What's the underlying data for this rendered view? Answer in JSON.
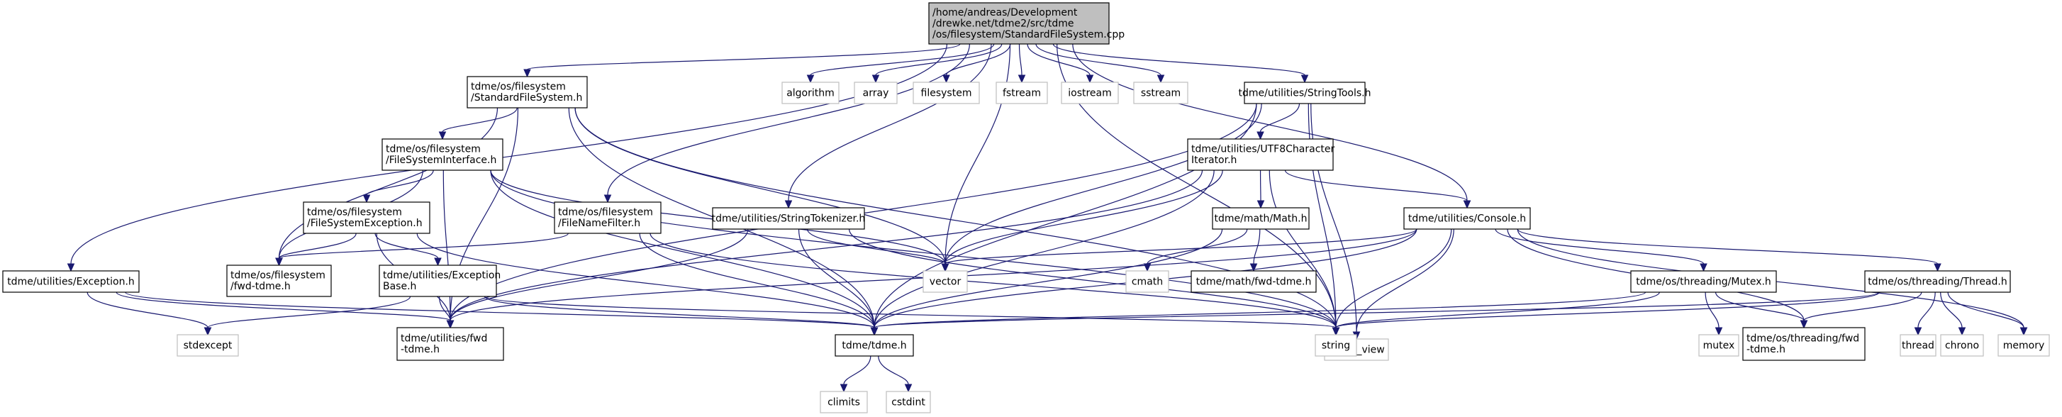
{
  "diagram": {
    "type": "include-dependency-graph",
    "colors": {
      "edge": "#191970",
      "root_fill": "#bfbfbf",
      "root_border": "#000000",
      "node_border": "#000000",
      "external_border": "#bfbfbf",
      "text": "#000000"
    },
    "nodes": [
      {
        "id": "root",
        "lines": [
          "/home/andreas/Development",
          "/drewke.net/tdme2/src/tdme",
          "/os/filesystem/StandardFileSystem.cpp"
        ],
        "kind": "root"
      },
      {
        "id": "stdfs",
        "lines": [
          "tdme/os/filesystem",
          "/StandardFileSystem.h"
        ],
        "kind": "internal"
      },
      {
        "id": "algorithm",
        "lines": [
          "algorithm"
        ],
        "kind": "external"
      },
      {
        "id": "array",
        "lines": [
          "array"
        ],
        "kind": "external"
      },
      {
        "id": "filesystem",
        "lines": [
          "filesystem"
        ],
        "kind": "external"
      },
      {
        "id": "fstream",
        "lines": [
          "fstream"
        ],
        "kind": "external"
      },
      {
        "id": "iostream",
        "lines": [
          "iostream"
        ],
        "kind": "external"
      },
      {
        "id": "sstream",
        "lines": [
          "sstream"
        ],
        "kind": "external"
      },
      {
        "id": "strtools",
        "lines": [
          "tdme/utilities/StringTools.h"
        ],
        "kind": "internal"
      },
      {
        "id": "fsiface",
        "lines": [
          "tdme/os/filesystem",
          "/FileSystemInterface.h"
        ],
        "kind": "internal"
      },
      {
        "id": "utf8",
        "lines": [
          "tdme/utilities/UTF8Character",
          "Iterator.h"
        ],
        "kind": "internal"
      },
      {
        "id": "fsexc",
        "lines": [
          "tdme/os/filesystem",
          "/FileSystemException.h"
        ],
        "kind": "internal"
      },
      {
        "id": "fnfilter",
        "lines": [
          "tdme/os/filesystem",
          "/FileNameFilter.h"
        ],
        "kind": "internal"
      },
      {
        "id": "strtok",
        "lines": [
          "tdme/utilities/StringTokenizer.h"
        ],
        "kind": "internal"
      },
      {
        "id": "math",
        "lines": [
          "tdme/math/Math.h"
        ],
        "kind": "internal"
      },
      {
        "id": "console",
        "lines": [
          "tdme/utilities/Console.h"
        ],
        "kind": "internal"
      },
      {
        "id": "exception",
        "lines": [
          "tdme/utilities/Exception.h"
        ],
        "kind": "internal"
      },
      {
        "id": "fsfwd",
        "lines": [
          "tdme/os/filesystem",
          "/fwd-tdme.h"
        ],
        "kind": "internal"
      },
      {
        "id": "excbase",
        "lines": [
          "tdme/utilities/Exception",
          "Base.h"
        ],
        "kind": "internal"
      },
      {
        "id": "vector",
        "lines": [
          "vector"
        ],
        "kind": "external"
      },
      {
        "id": "cmath",
        "lines": [
          "cmath"
        ],
        "kind": "external"
      },
      {
        "id": "mathfwd",
        "lines": [
          "tdme/math/fwd-tdme.h"
        ],
        "kind": "internal"
      },
      {
        "id": "string_view",
        "lines": [
          "string_view"
        ],
        "kind": "external"
      },
      {
        "id": "mutex_h",
        "lines": [
          "tdme/os/threading/Mutex.h"
        ],
        "kind": "internal"
      },
      {
        "id": "thread_h",
        "lines": [
          "tdme/os/threading/Thread.h"
        ],
        "kind": "internal"
      },
      {
        "id": "stdexcept",
        "lines": [
          "stdexcept"
        ],
        "kind": "external"
      },
      {
        "id": "utilfwd",
        "lines": [
          "tdme/utilities/fwd",
          "-tdme.h"
        ],
        "kind": "internal"
      },
      {
        "id": "tdme_h",
        "lines": [
          "tdme/tdme.h"
        ],
        "kind": "internal"
      },
      {
        "id": "string",
        "lines": [
          "string"
        ],
        "kind": "external"
      },
      {
        "id": "mutex",
        "lines": [
          "mutex"
        ],
        "kind": "external"
      },
      {
        "id": "threadfwd",
        "lines": [
          "tdme/os/threading/fwd",
          "-tdme.h"
        ],
        "kind": "internal"
      },
      {
        "id": "thread",
        "lines": [
          "thread"
        ],
        "kind": "external"
      },
      {
        "id": "chrono",
        "lines": [
          "chrono"
        ],
        "kind": "external"
      },
      {
        "id": "memory",
        "lines": [
          "memory"
        ],
        "kind": "external"
      },
      {
        "id": "climits",
        "lines": [
          "climits"
        ],
        "kind": "external"
      },
      {
        "id": "cstdint",
        "lines": [
          "cstdint"
        ],
        "kind": "external"
      }
    ],
    "edges": [
      [
        "root",
        "stdfs"
      ],
      [
        "root",
        "algorithm"
      ],
      [
        "root",
        "array"
      ],
      [
        "root",
        "filesystem"
      ],
      [
        "root",
        "fstream"
      ],
      [
        "root",
        "iostream"
      ],
      [
        "root",
        "sstream"
      ],
      [
        "root",
        "strtools"
      ],
      [
        "root",
        "fnfilter"
      ],
      [
        "root",
        "strtok"
      ],
      [
        "root",
        "exception"
      ],
      [
        "root",
        "console"
      ],
      [
        "root",
        "vector"
      ],
      [
        "root",
        "string"
      ],
      [
        "stdfs",
        "fsiface"
      ],
      [
        "stdfs",
        "fsfwd"
      ],
      [
        "stdfs",
        "utilfwd"
      ],
      [
        "stdfs",
        "tdme_h"
      ],
      [
        "stdfs",
        "string"
      ],
      [
        "stdfs",
        "vector"
      ],
      [
        "fsiface",
        "fsexc"
      ],
      [
        "fsiface",
        "fsfwd"
      ],
      [
        "fsiface",
        "utilfwd"
      ],
      [
        "fsiface",
        "tdme_h"
      ],
      [
        "fsiface",
        "string"
      ],
      [
        "fsiface",
        "vector"
      ],
      [
        "fsexc",
        "excbase"
      ],
      [
        "fsexc",
        "fsfwd"
      ],
      [
        "fsexc",
        "utilfwd"
      ],
      [
        "fsexc",
        "tdme_h"
      ],
      [
        "excbase",
        "stdexcept"
      ],
      [
        "excbase",
        "utilfwd"
      ],
      [
        "excbase",
        "tdme_h"
      ],
      [
        "excbase",
        "string"
      ],
      [
        "fnfilter",
        "fsfwd"
      ],
      [
        "fnfilter",
        "tdme_h"
      ],
      [
        "fnfilter",
        "string"
      ],
      [
        "strtok",
        "utilfwd"
      ],
      [
        "strtok",
        "tdme_h"
      ],
      [
        "strtok",
        "string"
      ],
      [
        "strtok",
        "vector"
      ],
      [
        "strtools",
        "utf8"
      ],
      [
        "strtools",
        "utilfwd"
      ],
      [
        "strtools",
        "tdme_h"
      ],
      [
        "strtools",
        "string"
      ],
      [
        "strtools",
        "string_view"
      ],
      [
        "strtools",
        "vector"
      ],
      [
        "utf8",
        "math"
      ],
      [
        "utf8",
        "console"
      ],
      [
        "utf8",
        "utilfwd"
      ],
      [
        "utf8",
        "tdme_h"
      ],
      [
        "utf8",
        "string"
      ],
      [
        "utf8",
        "vector"
      ],
      [
        "math",
        "cmath"
      ],
      [
        "math",
        "mathfwd"
      ],
      [
        "math",
        "tdme_h"
      ],
      [
        "console",
        "mutex_h"
      ],
      [
        "console",
        "thread_h"
      ],
      [
        "console",
        "threadfwd"
      ],
      [
        "console",
        "utilfwd"
      ],
      [
        "console",
        "tdme_h"
      ],
      [
        "console",
        "string"
      ],
      [
        "console",
        "string_view"
      ],
      [
        "console",
        "vector"
      ],
      [
        "console",
        "memory"
      ],
      [
        "mutex_h",
        "mutex"
      ],
      [
        "mutex_h",
        "threadfwd"
      ],
      [
        "mutex_h",
        "tdme_h"
      ],
      [
        "mutex_h",
        "string"
      ],
      [
        "thread_h",
        "thread"
      ],
      [
        "thread_h",
        "chrono"
      ],
      [
        "thread_h",
        "memory"
      ],
      [
        "thread_h",
        "threadfwd"
      ],
      [
        "thread_h",
        "tdme_h"
      ],
      [
        "thread_h",
        "string"
      ],
      [
        "exception",
        "stdexcept"
      ],
      [
        "exception",
        "utilfwd"
      ],
      [
        "exception",
        "tdme_h"
      ],
      [
        "tdme_h",
        "climits"
      ],
      [
        "tdme_h",
        "cstdint"
      ]
    ]
  }
}
